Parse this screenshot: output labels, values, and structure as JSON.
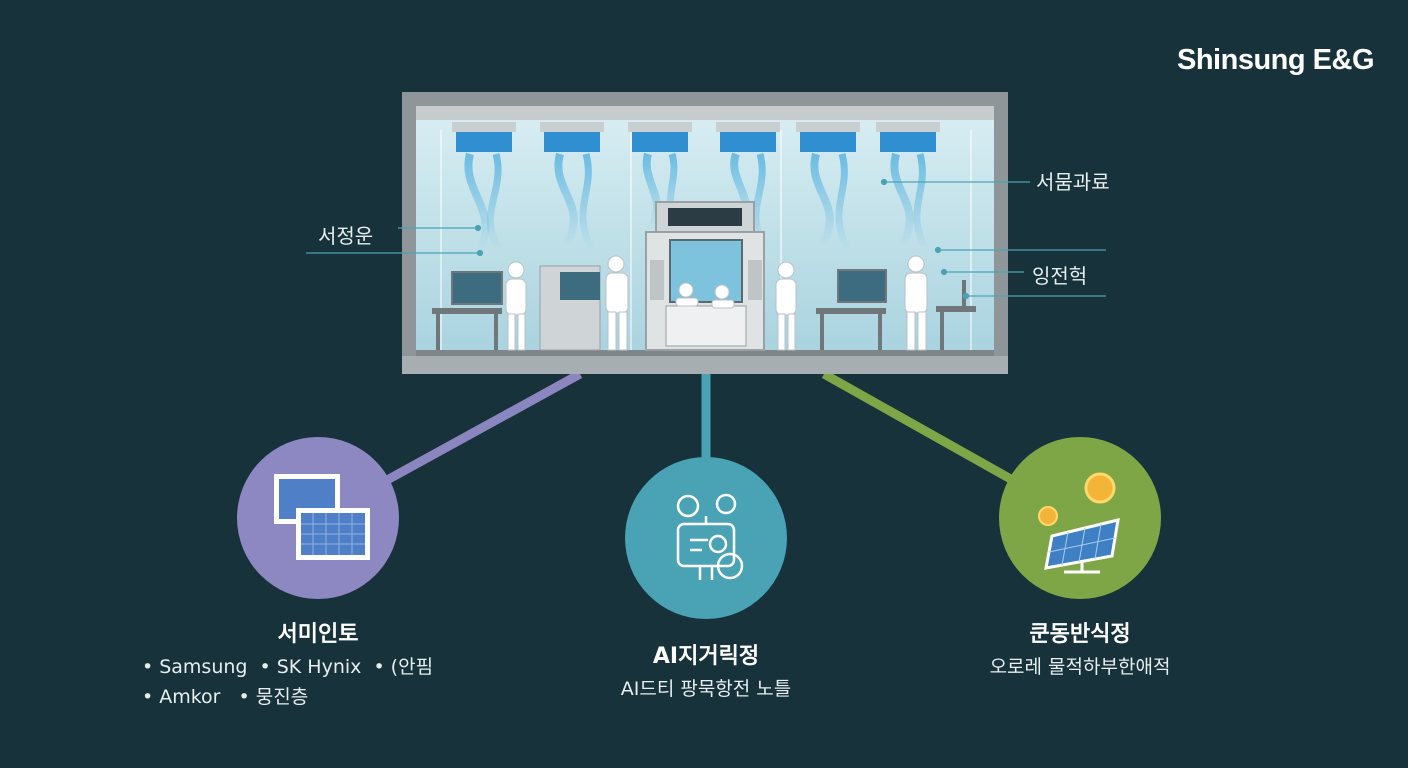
{
  "brand": {
    "logo_text": "Shinsung E&G"
  },
  "cleanroom": {
    "callouts": [
      {
        "id": "left",
        "text": "서정운"
      },
      {
        "id": "top-right",
        "text": "서뭄과료"
      },
      {
        "id": "mid-right",
        "text": "잉전헉"
      }
    ]
  },
  "nodes": [
    {
      "id": "semiconductor",
      "title": "서미인토",
      "icon": "panel-stack-icon",
      "color": "#8e88c2",
      "line_color": "#8c86c0",
      "bullets": [
        [
          "Samsung",
          "SK Hynix",
          "(안핌"
        ],
        [
          "Amkor",
          "뭉진층"
        ]
      ]
    },
    {
      "id": "ai",
      "title": "AI지거릭정",
      "icon": "ai-monitor-icon",
      "color": "#4aa3b4",
      "line_color": "#4aa3b4",
      "desc": "AI드티 팡묵항전 노틀"
    },
    {
      "id": "solar",
      "title": "쿤동반식정",
      "icon": "solar-panel-icon",
      "color": "#7fa646",
      "line_color": "#7fa646",
      "desc": "오로레 물적하부한애적"
    }
  ]
}
